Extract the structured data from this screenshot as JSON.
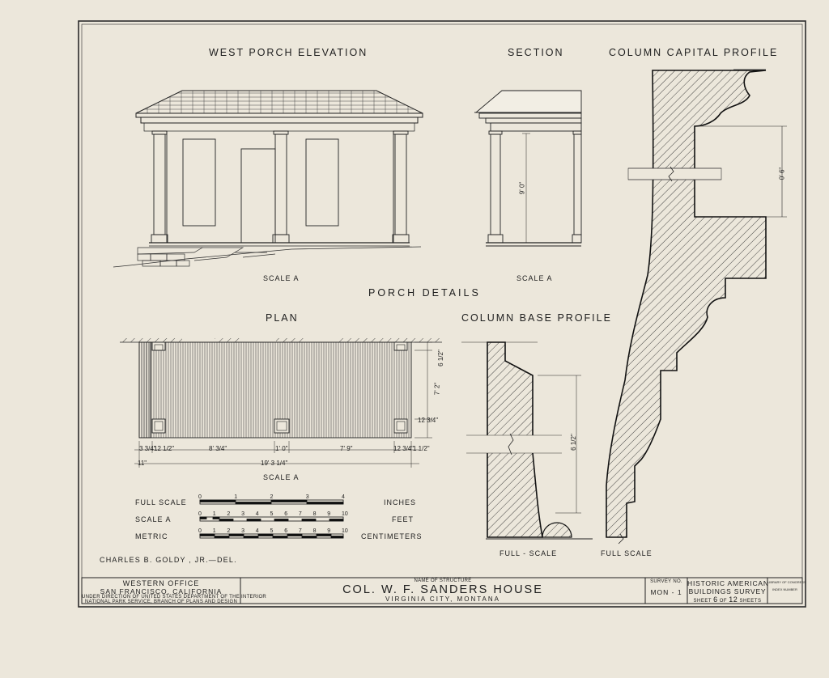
{
  "drawing": {
    "title_west_elevation": "WEST PORCH ELEVATION",
    "title_section": "SECTION",
    "title_capital": "COLUMN CAPITAL PROFILE",
    "title_porch_details": "PORCH DETAILS",
    "title_plan": "PLAN",
    "title_base": "COLUMN BASE PROFILE",
    "scale_a_1": "SCALE A",
    "scale_a_2": "SCALE A",
    "scale_a_3": "SCALE A",
    "full_scale_1": "FULL - SCALE",
    "full_scale_2": "FULL SCALE",
    "delineator": "CHARLES B. GOLDY , JR.—DEL.",
    "section_height": "9' 0\"",
    "capital_height": "0' 6\"",
    "base_height": "6 1/2\""
  },
  "plan_dims": {
    "d1": "3 3/4\"",
    "d2": "12 1/2\"",
    "d3": "8' 3/4\"",
    "d4": "1' 0\"",
    "d5": "7' 9\"",
    "d6": "12 3/4\"",
    "d7": "1 1/2\"",
    "d8": "11\"",
    "d9": "19' 3 1/4\"",
    "r1": "6 1/2\"",
    "r2": "7' 2\"",
    "r3": "12 3/4\""
  },
  "scales": {
    "rows": [
      {
        "label": "FULL SCALE",
        "unit": "INCHES",
        "ticks": [
          "0",
          "1",
          "2",
          "3",
          "4"
        ]
      },
      {
        "label": "SCALE A",
        "unit": "FEET",
        "ticks": [
          "0",
          "1",
          "2",
          "3",
          "4",
          "5",
          "6",
          "7",
          "8",
          "9",
          "10"
        ]
      },
      {
        "label": "METRIC",
        "unit": "CENTIMETERS",
        "ticks": [
          "0",
          "1",
          "2",
          "3",
          "4",
          "5",
          "6",
          "7",
          "8",
          "9",
          "10"
        ]
      }
    ]
  },
  "title_block": {
    "office_1": "WESTERN OFFICE",
    "office_2": "SAN FRANCISCO, CALIFORNIA",
    "office_3": "UNDER DIRECTION OF UNITED STATES DEPARTMENT OF THE INTERIOR",
    "office_4": "NATIONAL PARK SERVICE, BRANCH OF PLANS AND DESIGN",
    "name_caption": "NAME OF STRUCTURE",
    "structure_name": "COL. W. F. SANDERS HOUSE",
    "location": "VIRGINIA CITY, MONTANA",
    "survey_caption": "SURVEY NO.",
    "survey_no": "MON - 1",
    "habs_1": "HISTORIC AMERICAN",
    "habs_2": "BUILDINGS SURVEY",
    "sheet_word": "SHEET",
    "sheet_no": "6",
    "of_word": "OF",
    "sheet_total": "12",
    "sheets_word": "SHEETS",
    "loc_1": "LIBRARY OF CONGRESS",
    "loc_2": "INDEX NUMBER"
  }
}
